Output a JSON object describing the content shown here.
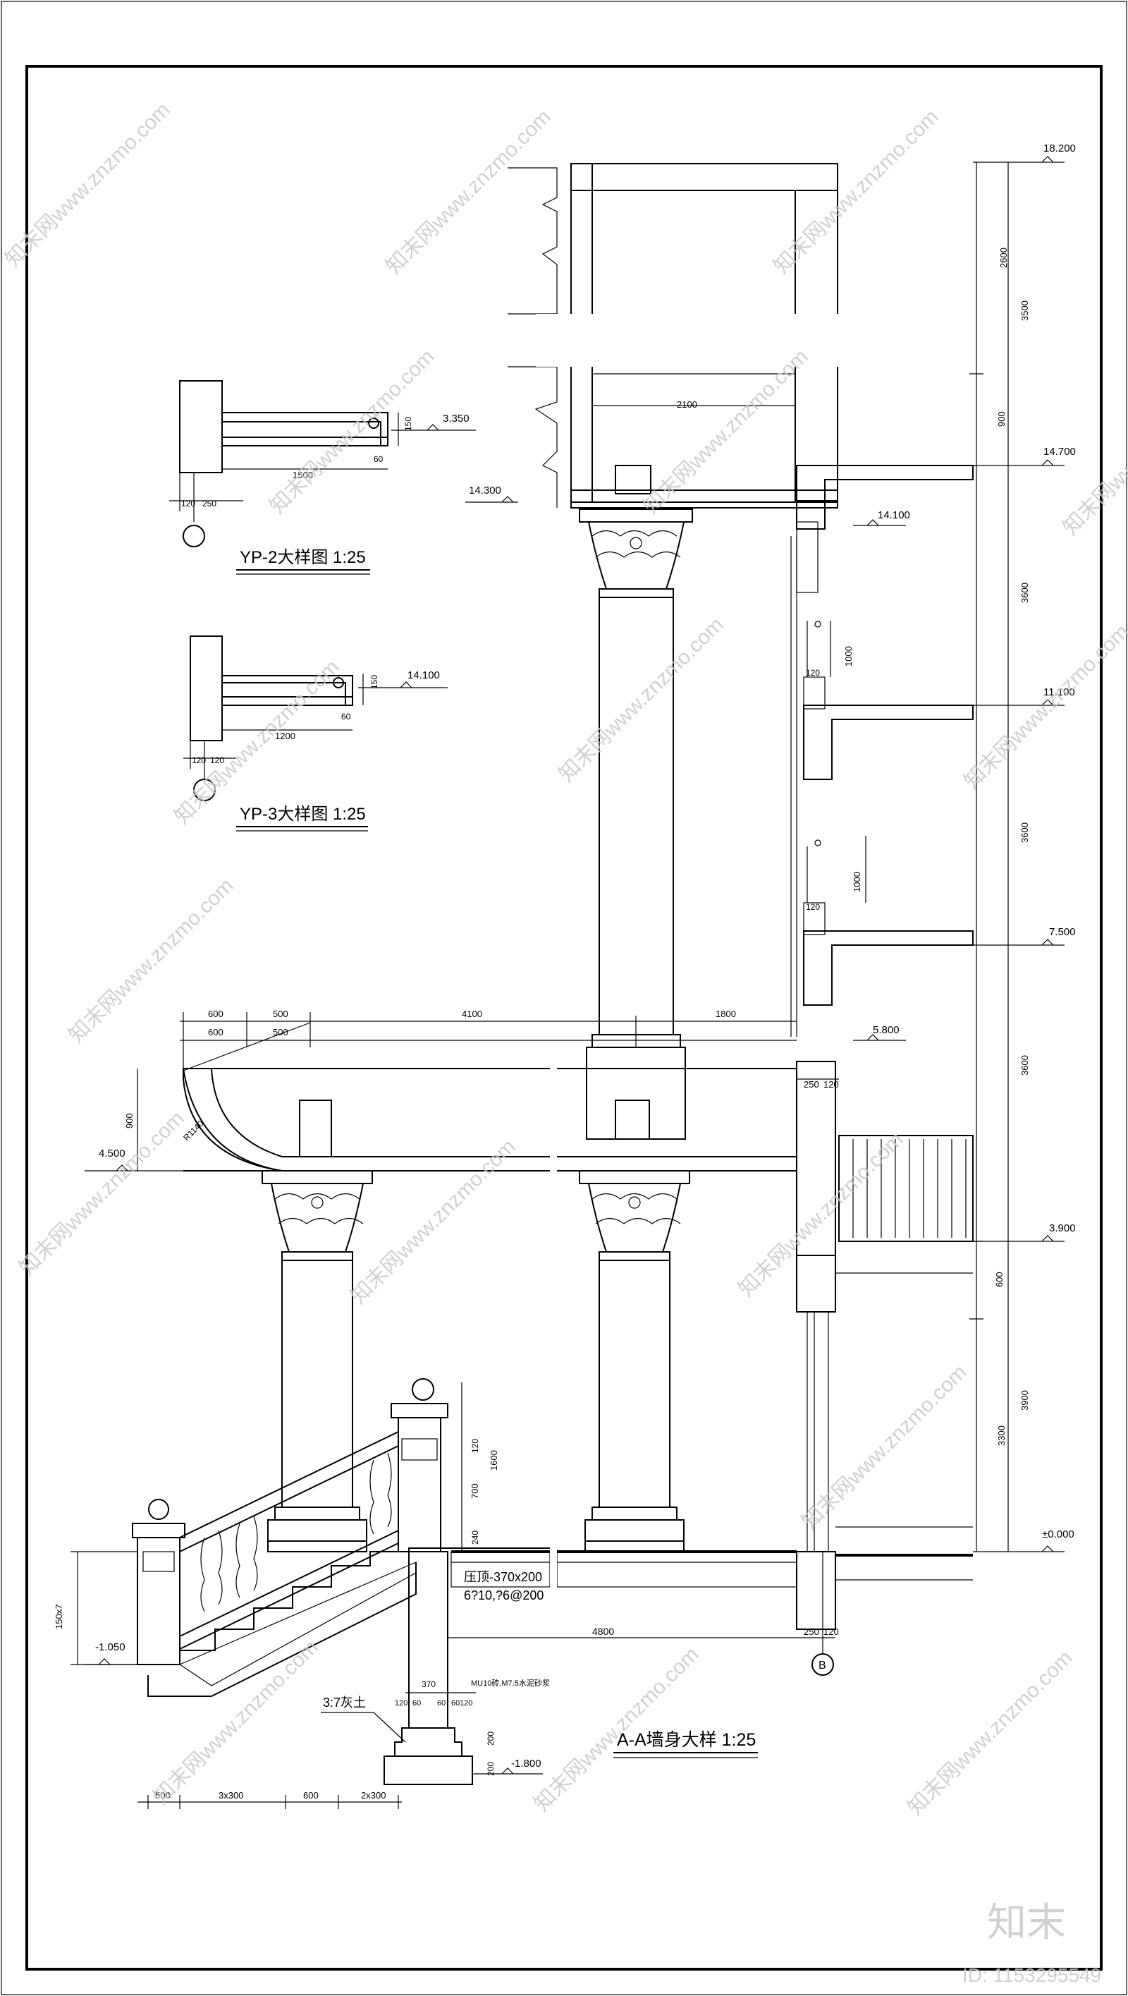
{
  "details": {
    "yp2": {
      "title": "YP-2大样图 1:25",
      "elev": "3.350",
      "dims": [
        "150",
        "60",
        "1500",
        "120",
        "250"
      ]
    },
    "yp3": {
      "title": "YP-3大样图 1:25",
      "elev": "14.100",
      "dims": [
        "150",
        "60",
        "1200",
        "120",
        "120"
      ]
    }
  },
  "section": {
    "title": "A-A墙身大样 1:25",
    "elevations": [
      "18.200",
      "14.700",
      "14.300",
      "14.100",
      "11.100",
      "7.500",
      "5.800",
      "4.500",
      "3.900",
      "±0.000",
      "-1.050",
      "-1.800"
    ],
    "right_dims": [
      "2600",
      "3500",
      "900",
      "3600",
      "3600",
      "3600",
      "600",
      "3300",
      "3900"
    ],
    "top_dims": [
      "600",
      "500",
      "600",
      "500",
      "4100",
      "1800"
    ],
    "misc_dims": [
      "2100",
      "1000",
      "120",
      "1000",
      "120",
      "900",
      "250",
      "120",
      "R1140",
      "120",
      "700",
      "1600",
      "240",
      "150x7",
      "4800",
      "250",
      "120",
      "370",
      "120",
      "60",
      "60",
      "60",
      "120",
      "200",
      "200"
    ],
    "bottom_dims": [
      "500",
      "3x300",
      "600",
      "2x300"
    ],
    "notes": {
      "beam": "压顶-370x200",
      "rebar": "6?10,?6@200",
      "masonry": "MU10砖,M7.5水泥砂浆",
      "soil": "3:7灰土"
    },
    "axis": "B"
  },
  "watermark": {
    "text": "知末网www.znzmo.com",
    "logo": "知末",
    "id": "ID: 1153295549"
  }
}
